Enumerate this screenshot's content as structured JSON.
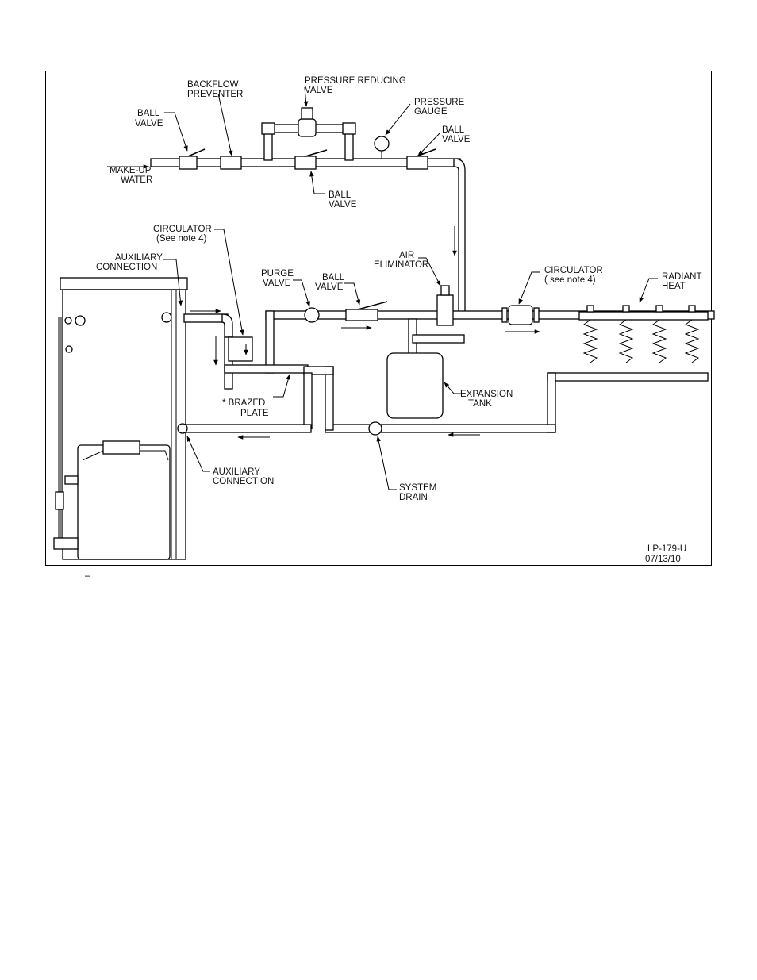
{
  "labels": {
    "ball_valve_1": [
      "BALL",
      "VALVE"
    ],
    "backflow_preventer": [
      "BACKFLOW",
      "PREVENTER"
    ],
    "pressure_reducing_valve": [
      "PRESSURE REDUCING",
      "VALVE"
    ],
    "pressure_gauge": [
      "PRESSURE",
      "GAUGE"
    ],
    "ball_valve_2": [
      "BALL",
      "VALVE"
    ],
    "make_up_water": [
      "MAKE-UP",
      "WATER"
    ],
    "ball_valve_3": [
      "BALL",
      "VALVE"
    ],
    "circulator_1": [
      "CIRCULATOR",
      "(See note 4)"
    ],
    "auxiliary_connection_top": [
      "AUXILIARY",
      "CONNECTION"
    ],
    "purge_valve": [
      "PURGE",
      "VALVE"
    ],
    "ball_valve_4": [
      "BALL",
      "VALVE"
    ],
    "air_eliminator": [
      "AIR",
      "ELIMINATOR"
    ],
    "circulator_2": [
      "CIRCULATOR",
      "( see note 4)"
    ],
    "radiant_heat": [
      "RADIANT",
      "HEAT"
    ],
    "brazed_plate": [
      "* BRAZED",
      "PLATE"
    ],
    "expansion_tank": [
      "EXPANSION",
      "TANK"
    ],
    "auxiliary_connection_bottom": [
      "AUXILIARY",
      "CONNECTION"
    ],
    "system_drain": [
      "SYSTEM",
      "DRAIN"
    ],
    "drawing_id": [
      "LP-179-U",
      "07/13/10"
    ]
  },
  "footer_mark": "–"
}
